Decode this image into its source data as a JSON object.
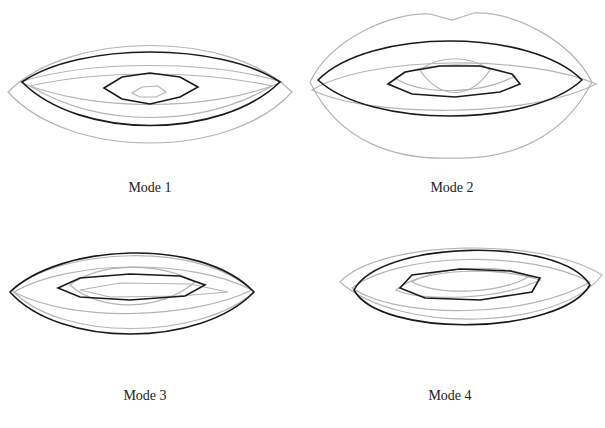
{
  "diagram": {
    "labels": [
      "Mode 1",
      "Mode 2",
      "Mode 3",
      "Mode 4"
    ]
  }
}
